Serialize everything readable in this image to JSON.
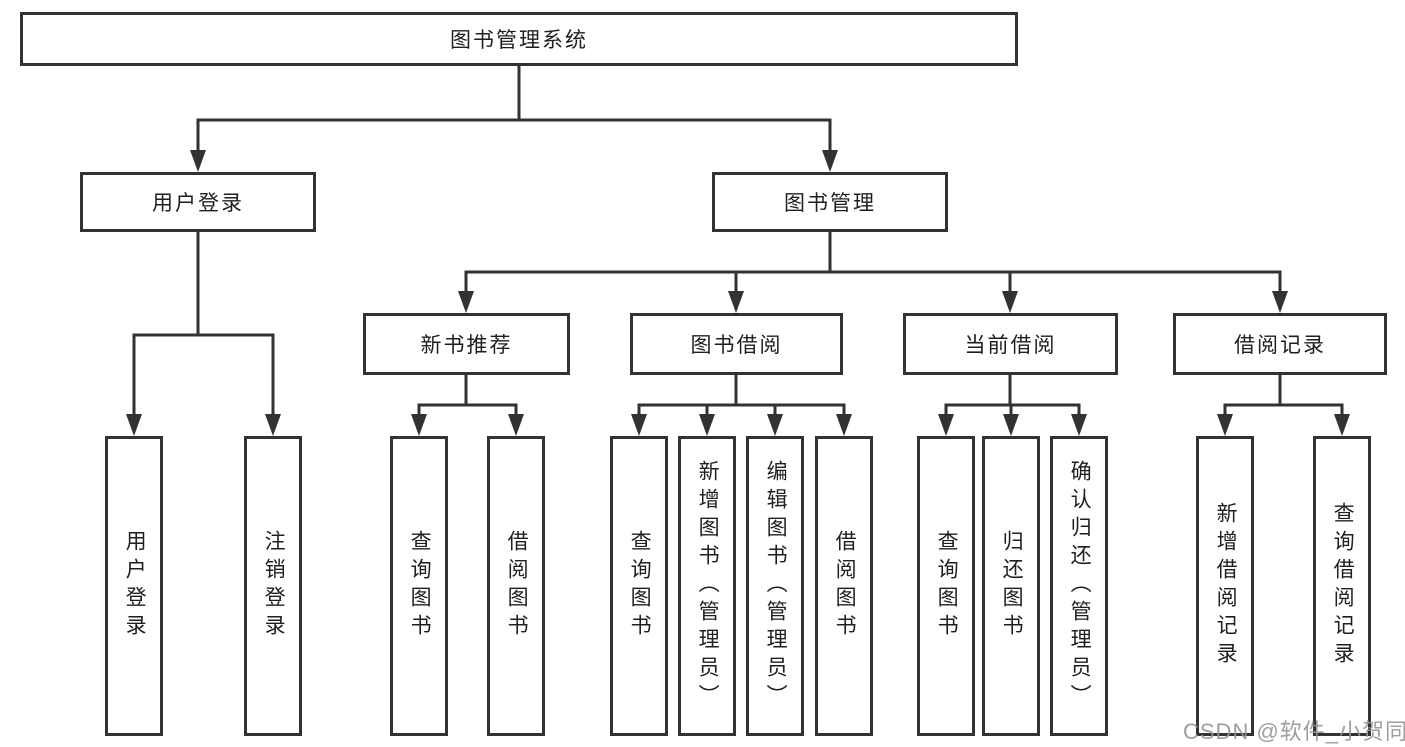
{
  "diagram": {
    "type": "tree",
    "title": "图书管理系统",
    "watermark": "CSDN @软件_小贺同学",
    "colors": {
      "background": "#ffffff",
      "line": "#323234",
      "box_border": "#323234",
      "text": "#1f1f21",
      "watermark": "#949496"
    },
    "nodes": {
      "root": "图书管理系统",
      "login": {
        "label": "用户登录",
        "children": {
          "user_login": "用户登录",
          "logout": "注销登录"
        }
      },
      "management": {
        "label": "图书管理",
        "sections": {
          "recommend": {
            "label": "新书推荐",
            "children": {
              "query_books": "查询图书",
              "borrow_books": "借阅图书"
            }
          },
          "borrow": {
            "label": "图书借阅",
            "children": {
              "query_books": "查询图书",
              "add_books": "新增图书（管理员）",
              "edit_books": "编辑图书（管理员）",
              "borrow_books": "借阅图书"
            }
          },
          "current": {
            "label": "当前借阅",
            "children": {
              "query_books": "查询图书",
              "return_books": "归还图书",
              "confirm_return": "确认归还（管理员）"
            }
          },
          "records": {
            "label": "借阅记录",
            "children": {
              "add_record": "新增借阅记录",
              "query_record": "查询借阅记录"
            }
          }
        }
      }
    }
  }
}
